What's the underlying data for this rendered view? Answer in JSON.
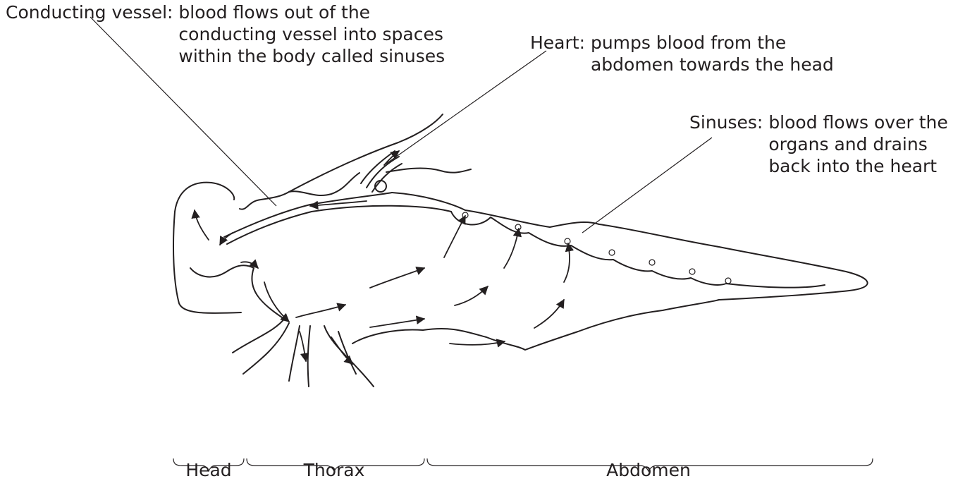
{
  "labels": {
    "conducting": {
      "term": "Conducting vessel:",
      "lines": [
        "blood flows out of the",
        "conducting vessel into spaces",
        "within the body called sinuses"
      ]
    },
    "heart": {
      "term": "Heart:",
      "lines": [
        "pumps blood from the",
        "abdomen towards the head"
      ]
    },
    "sinuses": {
      "term": "Sinuses:",
      "lines": [
        "blood flows over the",
        "organs and drains",
        "back into the heart"
      ]
    }
  },
  "regions": [
    "Head",
    "Thorax",
    "Abdomen"
  ]
}
